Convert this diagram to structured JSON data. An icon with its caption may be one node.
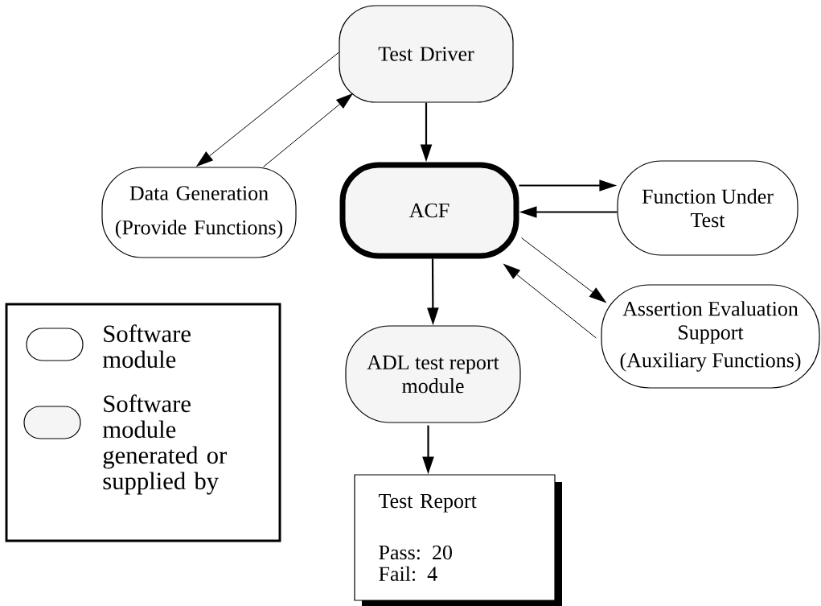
{
  "diagram": {
    "nodes": [
      {
        "text": [
          "Test Driver"
        ]
      },
      {
        "text": [
          "Data Generation",
          "(Provide Functions)"
        ]
      },
      {
        "text": [
          "ACF"
        ]
      },
      {
        "text": [
          "Function Under Test"
        ]
      },
      {
        "text": [
          "Assertion Evaluation Support",
          "(Auxiliary Functions)"
        ]
      },
      {
        "text": [
          "ADL test report module"
        ]
      },
      {
        "text": [
          "Test Report",
          "Pass: 20",
          "Fail:  4"
        ]
      }
    ],
    "edges": [
      {
        "from": 0,
        "to": 1,
        "arrow": "to"
      },
      {
        "from": 1,
        "to": 0,
        "arrow": "to"
      },
      {
        "from": 0,
        "to": 2,
        "arrow": "to"
      },
      {
        "from": 2,
        "to": 3,
        "arrow": "to"
      },
      {
        "from": 3,
        "to": 2,
        "arrow": "to"
      },
      {
        "from": 2,
        "to": 4,
        "arrow": "to"
      },
      {
        "from": 4,
        "to": 2,
        "arrow": "to"
      },
      {
        "from": 2,
        "to": 5,
        "arrow": "to"
      },
      {
        "from": 5,
        "to": 6,
        "arrow": "to"
      }
    ],
    "legend": [
      {
        "text": "Software module"
      },
      {
        "text": "Software module generated or supplied by"
      }
    ]
  }
}
